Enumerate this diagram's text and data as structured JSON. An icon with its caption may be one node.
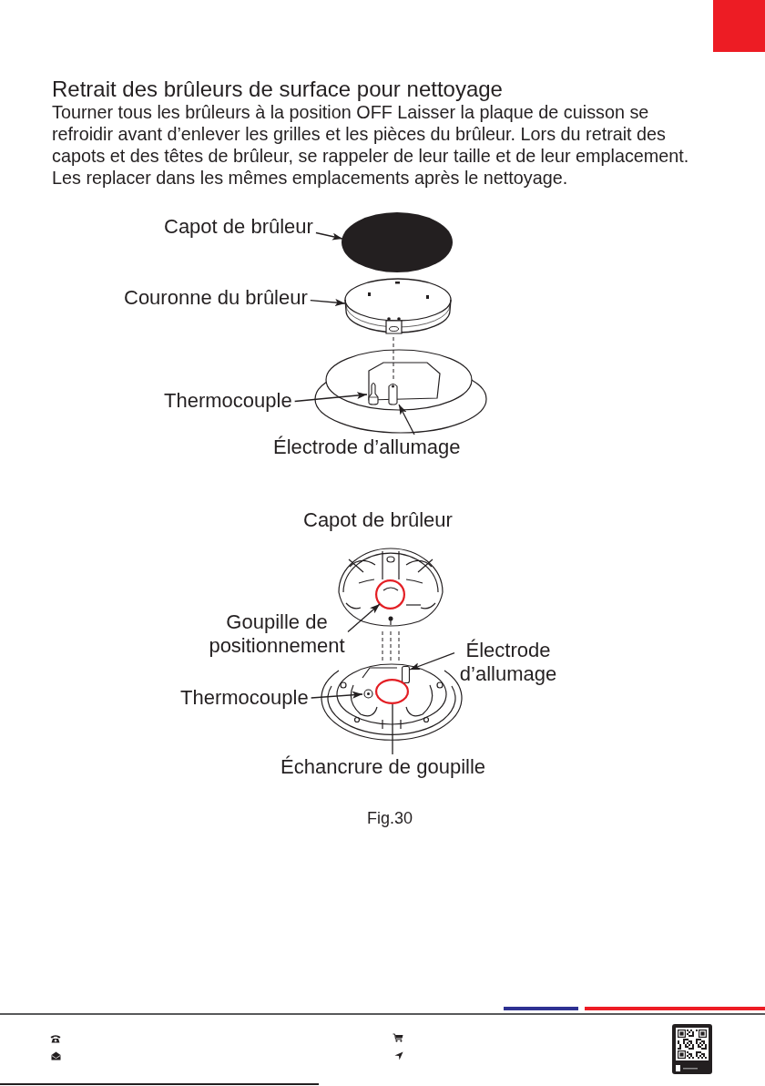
{
  "diagram": {
    "title": "Retrait des brûleurs de surface pour nettoyage",
    "caption": "Fig.30",
    "nodes": [
      {
        "text": [
          "Capot de brûleur"
        ]
      },
      {
        "text": [],
        "shape": "circle"
      },
      {
        "text": [
          "Couronne du brûleur"
        ]
      },
      {
        "text": [],
        "shape": "picture"
      },
      {
        "text": [],
        "shape": "picture"
      },
      {
        "text": [
          "Thermocouple"
        ]
      },
      {
        "text": [],
        "shape": "picture",
        "in": 4
      },
      {
        "text": [
          "Électrode d’allumage"
        ]
      },
      {
        "text": [],
        "shape": "picture",
        "in": 4
      },
      {
        "text": [
          "Capot de brûleur"
        ]
      },
      {
        "text": [
          "Goupille de positionnement"
        ]
      },
      {
        "text": [],
        "shape": "circle",
        "in": 9
      },
      {
        "text": [],
        "shape": "picture"
      },
      {
        "text": [
          "Électrode d’allumage"
        ]
      },
      {
        "text": [],
        "shape": "box",
        "in": 12
      },
      {
        "text": [
          "Thermocouple"
        ]
      },
      {
        "text": [],
        "shape": "picture",
        "in": 12
      },
      {
        "text": [],
        "shape": "circle",
        "in": 12
      },
      {
        "text": [
          "Échancrure de goupille"
        ]
      }
    ],
    "edges": [
      {
        "from": 0,
        "to": 1,
        "arrow": "to"
      },
      {
        "from": 2,
        "to": 3,
        "arrow": "to"
      },
      {
        "from": 3,
        "to": 8,
        "arrow": "none",
        "style": "dashed"
      },
      {
        "from": 5,
        "to": 6,
        "arrow": "to"
      },
      {
        "from": 7,
        "to": 8,
        "arrow": "to"
      },
      {
        "from": 10,
        "to": 11,
        "arrow": "to"
      },
      {
        "from": 9,
        "to": 12,
        "arrow": "none",
        "style": "dashed"
      },
      {
        "from": 9,
        "to": 12,
        "arrow": "none",
        "style": "dashed"
      },
      {
        "from": 9,
        "to": 12,
        "arrow": "none",
        "style": "dashed"
      },
      {
        "from": 13,
        "to": 14,
        "arrow": "to"
      },
      {
        "from": 15,
        "to": 16,
        "arrow": "to"
      },
      {
        "from": 18,
        "to": 17,
        "arrow": "none"
      }
    ],
    "labels": [
      "Tourner tous les brûleurs à la position OFF Laisser la plaque de cuisson se refroidir avant d’enlever les grilles et les pièces du brûleur. Lors du retrait des capots et des têtes de brûleur, se rappeler de leur taille et de leur emplacement. Les replacer dans les mêmes emplacements après le nettoyage."
    ]
  }
}
